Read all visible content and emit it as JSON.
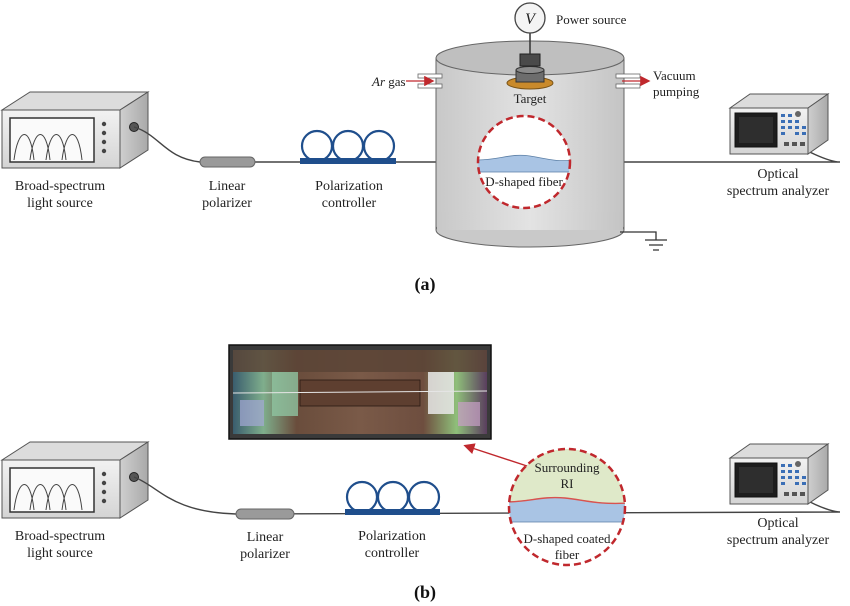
{
  "panel_a": {
    "label": "(a)",
    "light_source_line1": "Broad-spectrum",
    "light_source_line2": "light source",
    "polarizer_line1": "Linear",
    "polarizer_line2": "polarizer",
    "controller_line1": "Polarization",
    "controller_line2": "controller",
    "voltmeter_symbol": "V",
    "power_source": "Power source",
    "ar_gas_italic": "Ar",
    "ar_gas_suffix": " gas",
    "vacuum_line1": "Vacuum",
    "vacuum_line2": "pumping",
    "target": "Target",
    "fiber_label": "D-shaped fiber",
    "osa_line1": "Optical",
    "osa_line2": "spectrum analyzer"
  },
  "panel_b": {
    "label": "(b)",
    "light_source_line1": "Broad-spectrum",
    "light_source_line2": "light source",
    "polarizer_line1": "Linear",
    "polarizer_line2": "polarizer",
    "controller_line1": "Polarization",
    "controller_line2": "controller",
    "surrounding_line1": "Surrounding",
    "surrounding_line2": "RI",
    "coated_line1": "D-shaped coated",
    "coated_line2": "fiber",
    "osa_line1": "Optical",
    "osa_line2": "spectrum analyzer"
  },
  "colors": {
    "vacuum_chamber": "#d9d9d9",
    "chamber_top": "#bfbfbf",
    "coil_blue": "#1f4e8c",
    "zoom_circle_dash": "#c0282d",
    "arrow_red": "#c0282d",
    "coating_blue": "#a9c4e4",
    "surrounding_green": "#dfe9c9",
    "target_orange": "#c98a2b",
    "polarizer_gray": "#9a9a9a"
  }
}
